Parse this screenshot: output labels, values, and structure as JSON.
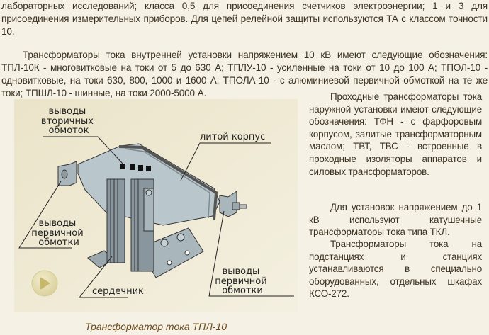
{
  "paragraphs": {
    "p1": "лабораторных исследований; класса 0,5 для присоединения счетчиков электроэнергии; 1 и 3 для присоединения измерительных приборов. Для цепей релейной защиты используются ТА с классом точности 10.",
    "p2": "Трансформаторы тока внутренней установки напряжением 10 кВ имеют следующие обозначения: ТПЛ-10К - многовитковые на токи от 5 до 630 А; ТПЛУ-10 - усиленные на токи от 10 до 100 А; ТПОЛ-10 - одновитковые, на токи 630, 800, 1000 и 1600 А; ТПОЛА-10 - с алюминиевой первичной обмоткой на те же токи; ТПШЛ-10 - шинные, на токи 2000-5000 А.",
    "p3": "Проходные трансформаторы тока наружной установки имеют следующие обозначения: ТФН - с фарфоровым корпусом, залитые трансформаторным маслом; ТВТ, ТВС - встроенные в проходные изоляторы аппаратов и силовых трансформаторов.",
    "p4": "Для установок напряжением до 1 кВ используют катушечные трансформаторы тока типа ТКЛ.",
    "p5": "Трансформаторы тока на подстанциях и станциях устанавливаются в специально оборудованных, отдельных шкафах КСО-272."
  },
  "figure": {
    "labels": {
      "secondary_terminals": [
        "выводы",
        "вторичных",
        "обмоток"
      ],
      "cast_body": "литой корпус",
      "primary_terminals_left": [
        "выводы",
        "первичной",
        "обмотки"
      ],
      "core": "сердечник",
      "primary_terminals_right": [
        "выводы",
        "первичной",
        "обмотки"
      ]
    },
    "caption": "Трансформатор тока ТПЛ-10"
  },
  "colors": {
    "background": "#f5f1e4",
    "text": "#3b3222",
    "caption": "#6b4a1e",
    "body": "#b9c7cd"
  }
}
